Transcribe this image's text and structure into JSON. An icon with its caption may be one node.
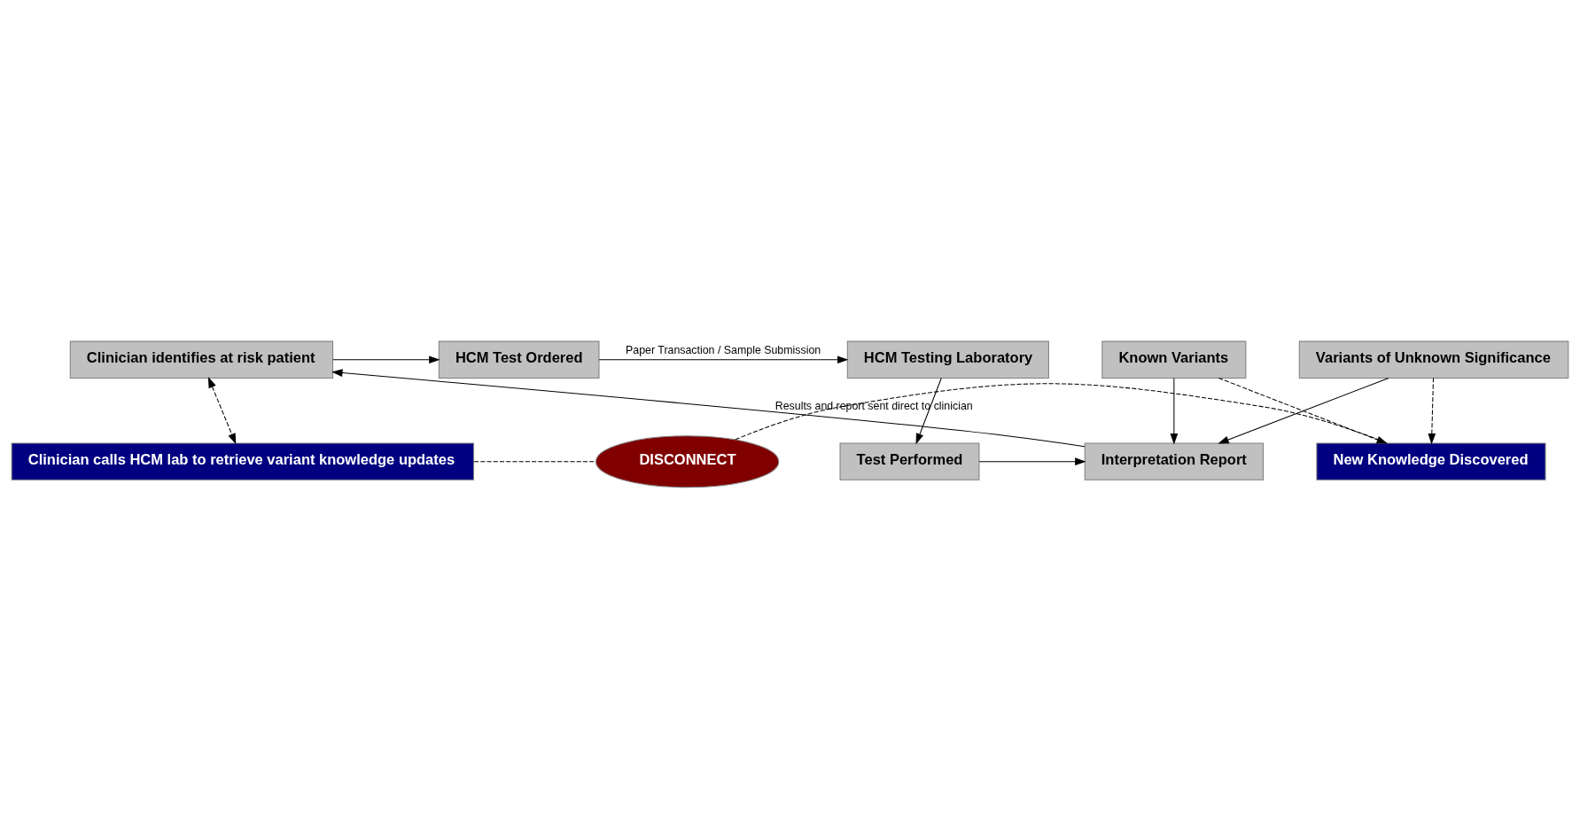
{
  "diagram": {
    "nodes": [
      {
        "text": [
          "Clinician identifies at risk patient"
        ]
      },
      {
        "text": [
          "HCM Test Ordered"
        ]
      },
      {
        "text": [
          "HCM Testing Laboratory"
        ]
      },
      {
        "text": [
          "Test Performed"
        ]
      },
      {
        "text": [
          "Interpretation Report"
        ]
      },
      {
        "text": [
          "Variants of Unknown Significance"
        ]
      },
      {
        "text": [
          "Known Variants"
        ]
      },
      {
        "text": [
          "Clinician calls HCM lab to retrieve variant knowledge updates"
        ]
      },
      {
        "text": [
          "DISCONNECT"
        ]
      },
      {
        "text": [
          "New Knowledge Discovered"
        ]
      }
    ],
    "edges": [
      {
        "from": 0,
        "to": 1,
        "arrow": "to"
      },
      {
        "from": 1,
        "to": 2,
        "arrow": "to",
        "label": "Paper Transaction / Sample Submission"
      },
      {
        "from": 2,
        "to": 3,
        "arrow": "to"
      },
      {
        "from": 3,
        "to": 4,
        "arrow": "to"
      },
      {
        "from": 4,
        "to": 0,
        "arrow": "to",
        "label": "Results and report sent direct to clinician"
      },
      {
        "from": 5,
        "to": 4,
        "arrow": "to"
      },
      {
        "from": 6,
        "to": 4,
        "arrow": "to"
      },
      {
        "from": 0,
        "to": 7,
        "arrow": "both",
        "style": "dashed"
      },
      {
        "from": 5,
        "to": 9,
        "arrow": "to",
        "style": "dashed"
      },
      {
        "from": 6,
        "to": 9,
        "arrow": "to",
        "style": "dashed"
      },
      {
        "from": 7,
        "to": 8,
        "arrow": "none",
        "style": "dashed"
      },
      {
        "from": 8,
        "to": 9,
        "arrow": "none",
        "style": "dashed"
      }
    ]
  }
}
